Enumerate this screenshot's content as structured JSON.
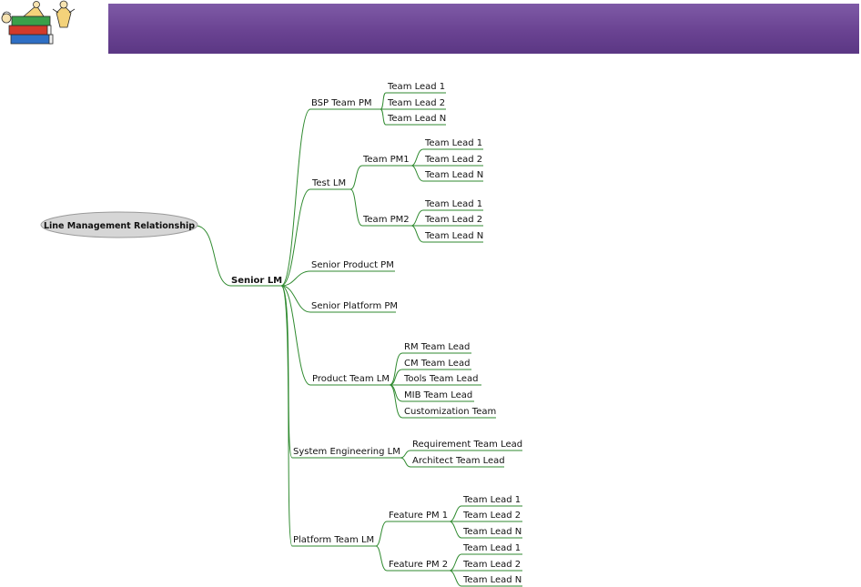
{
  "root": {
    "label": "Line Management Relationship"
  },
  "center": {
    "label": "Senior LM"
  },
  "branches": [
    {
      "label": "BSP Team PM",
      "children": [
        {
          "label": "Team Lead 1"
        },
        {
          "label": "Team Lead 2"
        },
        {
          "label": "Team Lead N"
        }
      ]
    },
    {
      "label": "Test LM",
      "children": [
        {
          "label": "Team PM1",
          "children": [
            {
              "label": "Team Lead 1"
            },
            {
              "label": "Team Lead 2"
            },
            {
              "label": "Team Lead N"
            }
          ]
        },
        {
          "label": "Team PM2",
          "children": [
            {
              "label": "Team Lead 1"
            },
            {
              "label": "Team Lead 2"
            },
            {
              "label": "Team Lead N"
            }
          ]
        }
      ]
    },
    {
      "label": "Senior Product PM"
    },
    {
      "label": "Senior Platform PM"
    },
    {
      "label": "Product Team LM",
      "children": [
        {
          "label": "RM Team Lead"
        },
        {
          "label": "CM Team Lead"
        },
        {
          "label": "Tools Team Lead"
        },
        {
          "label": "MIB Team Lead"
        },
        {
          "label": "Customization Team"
        }
      ]
    },
    {
      "label": "System Engineering LM",
      "children": [
        {
          "label": "Requirement Team Lead"
        },
        {
          "label": "Architect Team Lead"
        }
      ]
    },
    {
      "label": "Platform Team LM",
      "children": [
        {
          "label": "Feature PM 1",
          "children": [
            {
              "label": "Team Lead 1"
            },
            {
              "label": "Team Lead 2"
            },
            {
              "label": "Team Lead N"
            }
          ]
        },
        {
          "label": "Feature PM 2",
          "children": [
            {
              "label": "Team Lead 1"
            },
            {
              "label": "Team Lead 2"
            },
            {
              "label": "Team Lead N"
            }
          ]
        }
      ]
    }
  ],
  "colors": {
    "connector": "#2f8a2f",
    "banner": "#6a4392",
    "root_fill": "#d6d6d6"
  },
  "icons": {
    "logo": "books-and-figures-clipart"
  }
}
